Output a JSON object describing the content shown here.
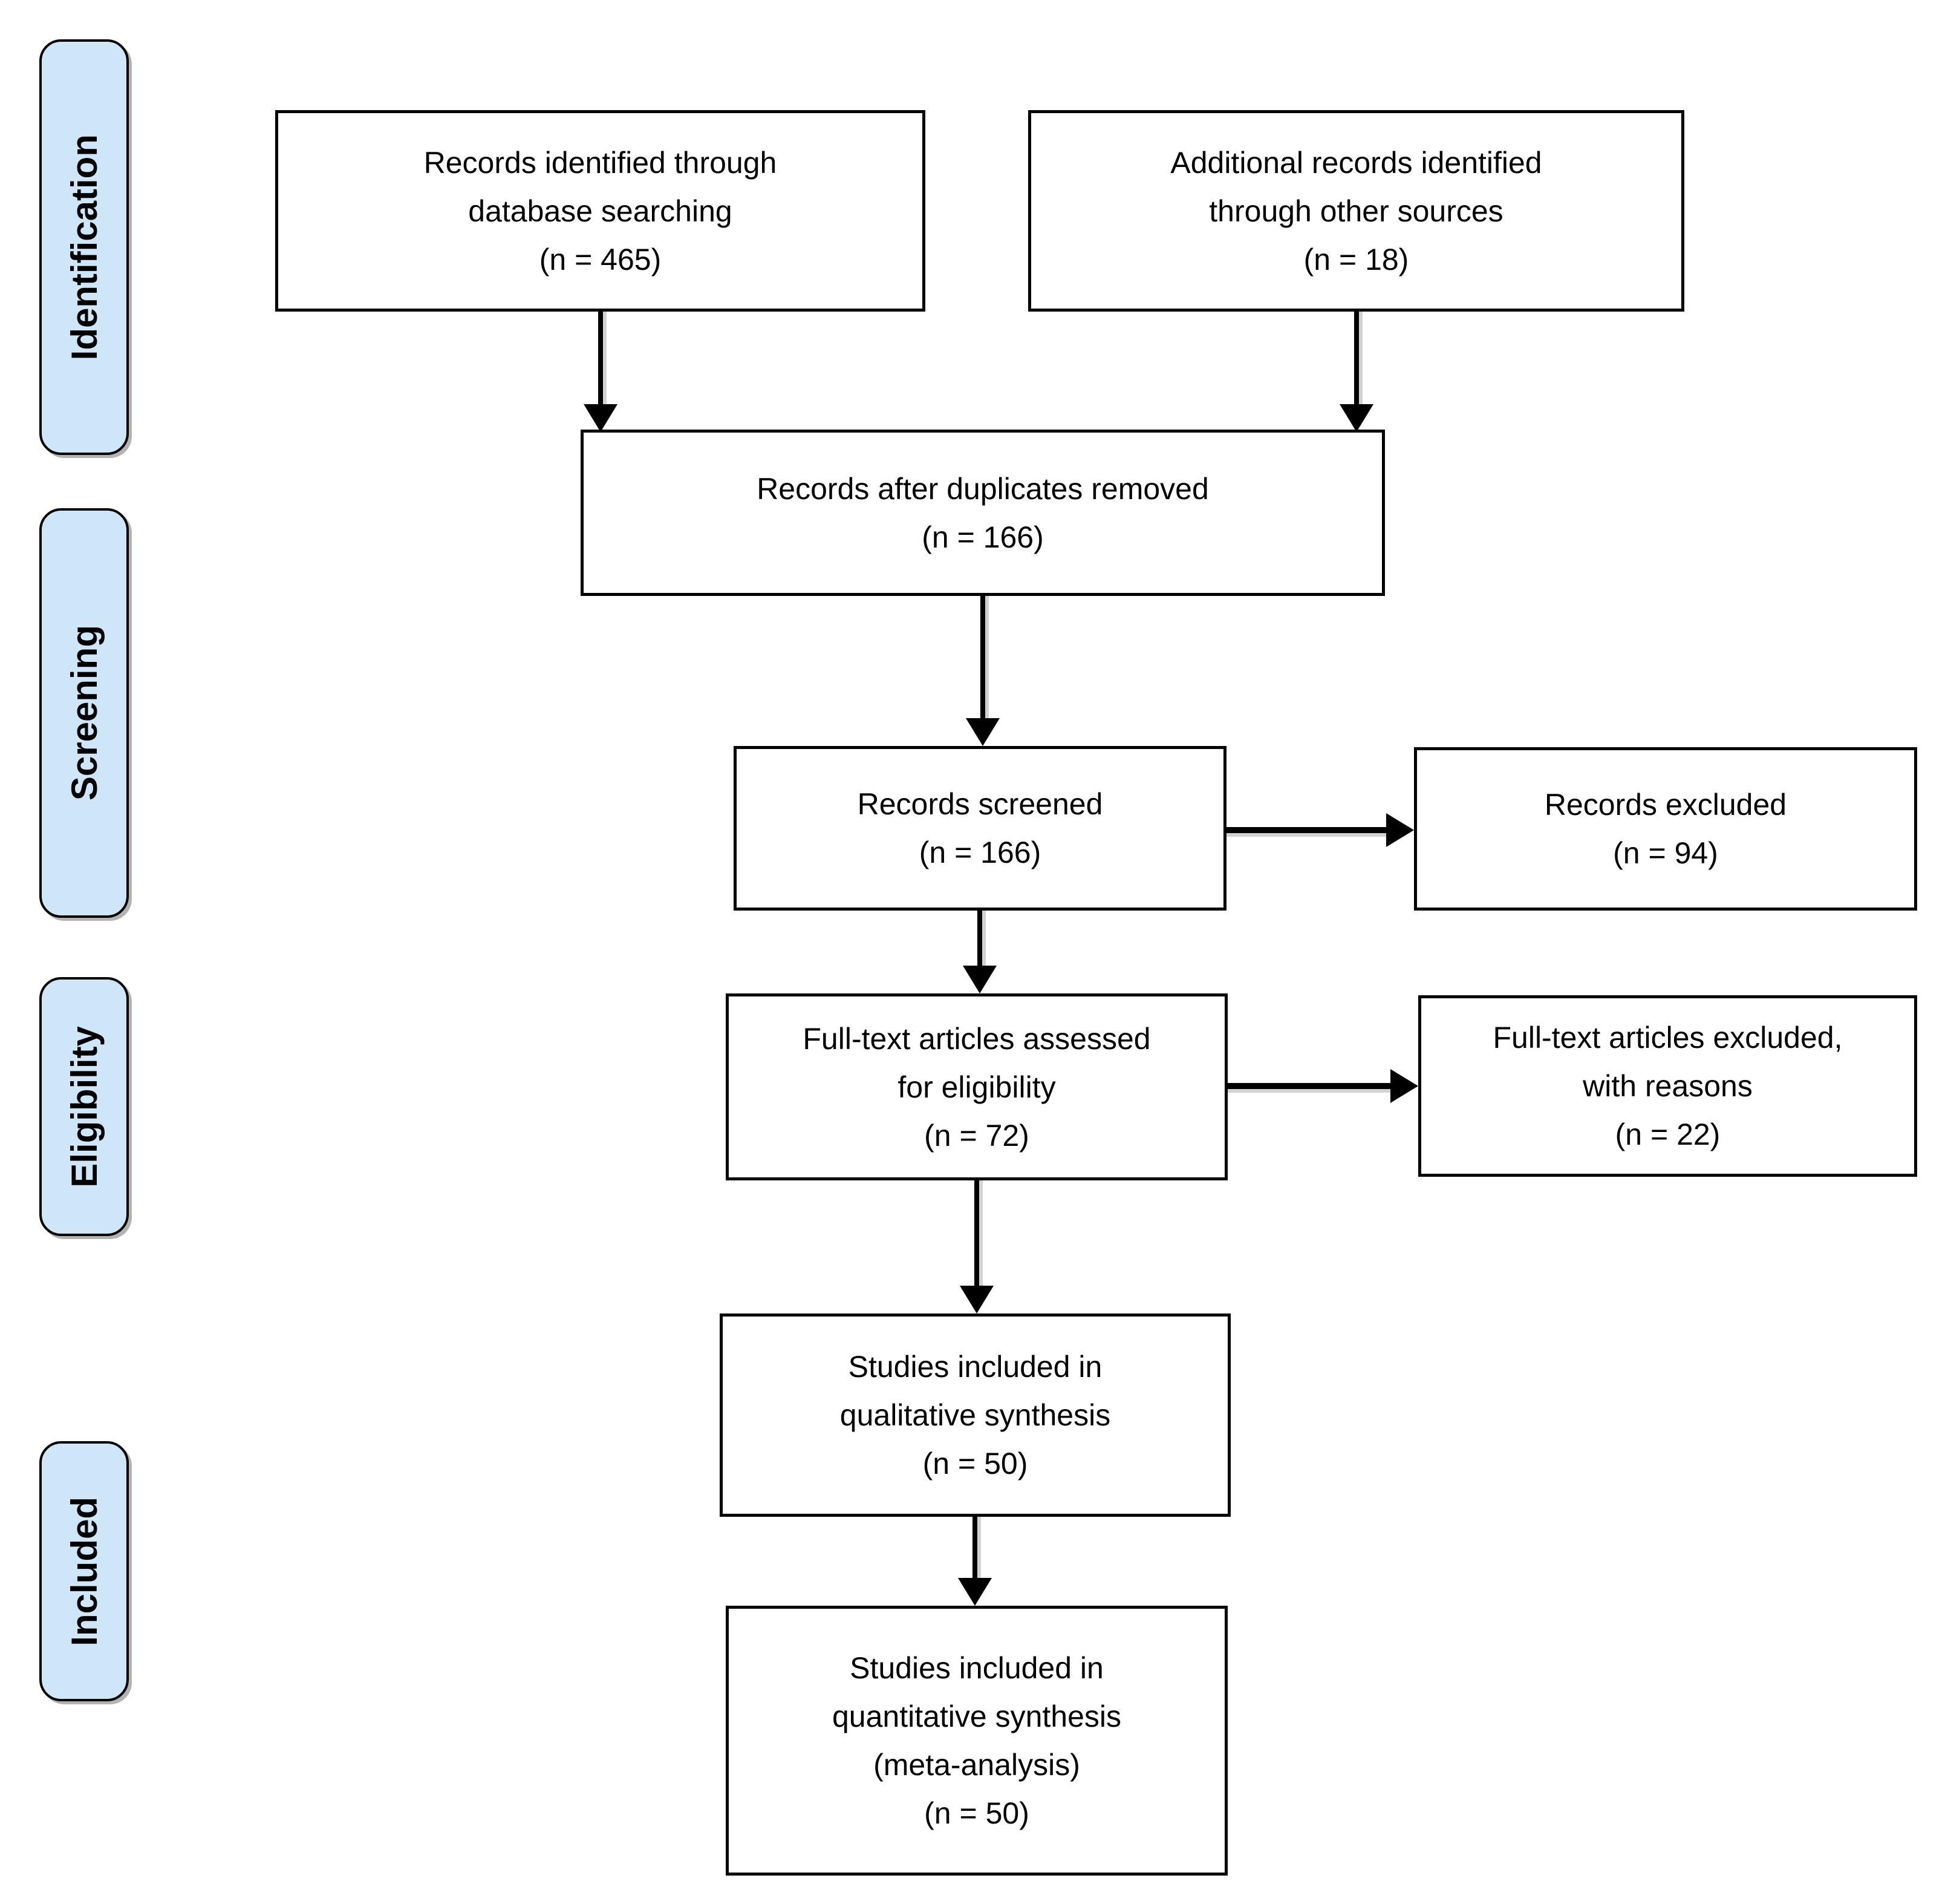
{
  "colors": {
    "stage_fill": "#cfe6f8",
    "box_border": "#000000",
    "background": "#ffffff",
    "text": "#000000"
  },
  "stages": [
    {
      "label": "Identification"
    },
    {
      "label": "Screening"
    },
    {
      "label": "Eligibility"
    },
    {
      "label": "Included"
    }
  ],
  "boxes": {
    "records_identified": {
      "text": "Records identified through\ndatabase searching\n(n = 465)"
    },
    "additional_records": {
      "text": "Additional records identified\nthrough other sources\n(n = 18)"
    },
    "duplicates_removed": {
      "text": "Records after duplicates removed\n(n = 166)"
    },
    "records_screened": {
      "text": "Records screened\n(n = 166)"
    },
    "records_excluded": {
      "text": "Records excluded\n(n = 94)"
    },
    "fulltext_assessed": {
      "text": "Full-text articles assessed\nfor eligibility\n(n = 72)"
    },
    "fulltext_excluded": {
      "text": "Full-text articles excluded,\nwith reasons\n(n = 22)"
    },
    "qualitative_synthesis": {
      "text": "Studies included in\nqualitative synthesis\n(n = 50)"
    },
    "quantitative_synthesis": {
      "text": "Studies included in\nquantitative synthesis\n(meta-analysis)\n(n = 50)"
    }
  }
}
